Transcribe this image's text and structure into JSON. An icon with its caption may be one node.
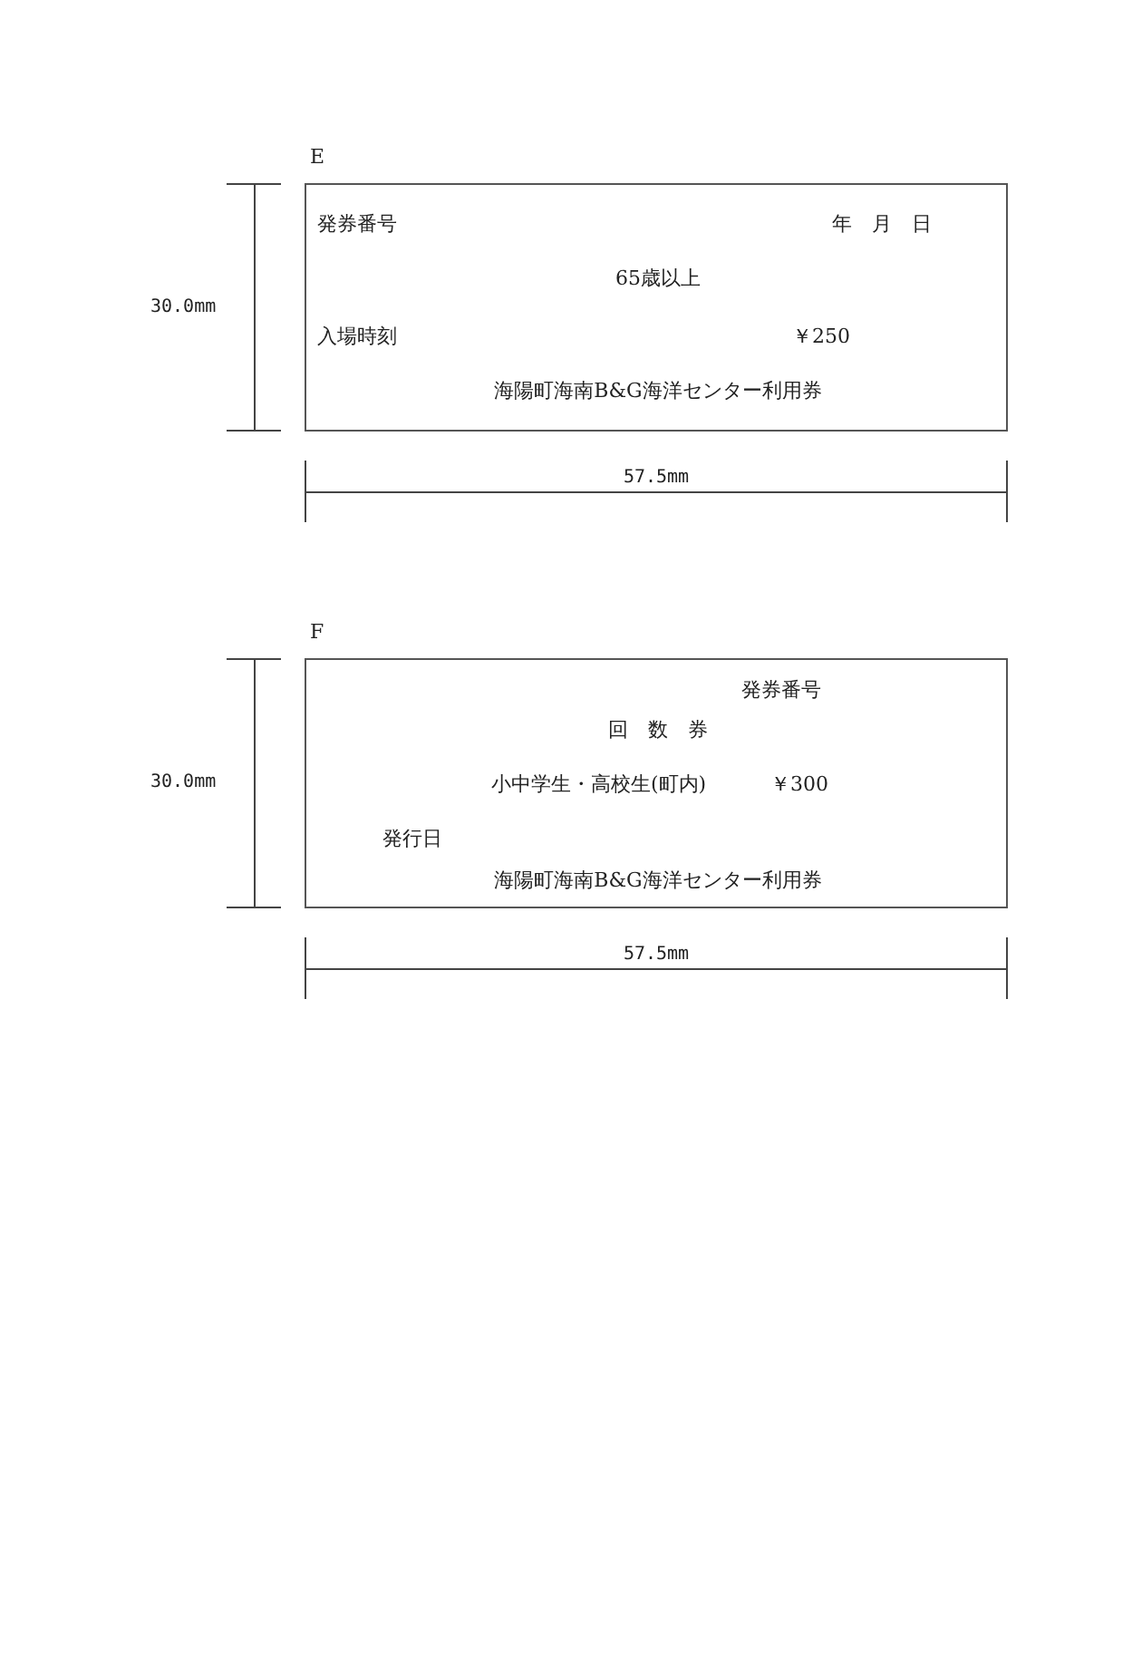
{
  "diagram": {
    "nodes": [
      {
        "text": [
          "E",
          "発券番号",
          "年　月　日",
          "65歳以上",
          "入場時刻",
          "￥250",
          "海陽町海南B&G海洋センター利用券"
        ]
      },
      {
        "text": [
          "F",
          "発券番号",
          "回　数　券",
          "小中学生・高校生(町内)",
          "￥300",
          "発行日",
          "海陽町海南B&G海洋センター利用券"
        ]
      }
    ],
    "edges": [],
    "labels": [
      "30.0mm",
      "57.5mm",
      "30.0mm",
      "57.5mm"
    ]
  }
}
